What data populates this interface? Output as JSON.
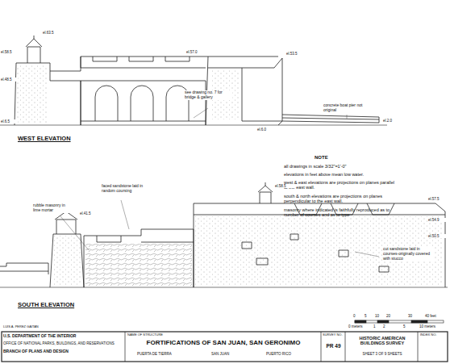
{
  "diagram": {
    "labels": [
      "see drawing no. 7 for bridge & gallery",
      "concrete boat pier not original",
      "WEST ELEVATION",
      "NOTE",
      "all drawings in scale 3/32\"=1'-0\"",
      "elevations in feet above mean low water.",
      "west & east elevations are projections on planes parallel to the east wall.",
      "south & north elevations are projections on planes perpendicular to the east wall.",
      "masonry where indicated is faithfully reproduced as to number of courses and as to type",
      "faced sandstone laid in random coursing",
      "rubble masonry in lime mortar",
      "cut sandstone laid in courses-originally covered with stucco",
      "SOUTH ELEVATION",
      "el.63.5",
      "el.58.5",
      "el.48.5",
      "el.6.5",
      "el.6.0",
      "el.2.0",
      "el.53.5",
      "el.57.0",
      "el.58.5",
      "el.57.5",
      "el.54.9",
      "el.50.5",
      "el.41.5",
      "0",
      "5",
      "10",
      "20",
      "30",
      "40 feet",
      "0 meters",
      "1",
      "2",
      "5",
      "10 meters",
      "LUIS A. PEREZ GAITAN",
      "U.S. DEPARTMENT OF THE INTERIOR",
      "OFFICE OF NATIONAL PARKS, BUILDINGS, AND RESERVATIONS",
      "BRANCH OF PLANS AND DESIGN",
      "NAME OF STRUCTURE",
      "FORTIFICATIONS OF SAN JUAN, SAN GERONIMO",
      "PUERTA DE TIERRA",
      "SAN JUAN",
      "PUERTO RICO",
      "SURVEY NO.",
      "PR 49",
      "HISTORIC AMERICAN BUILDINGS SURVEY",
      "SHEET 3 OF 9 SHEETS",
      "INDEX NO."
    ]
  }
}
